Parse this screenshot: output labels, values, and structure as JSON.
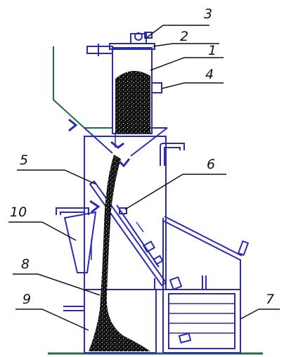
{
  "labels": [
    {
      "id": "1",
      "text": "1"
    },
    {
      "id": "2",
      "text": "2"
    },
    {
      "id": "3",
      "text": "3"
    },
    {
      "id": "4",
      "text": "4"
    },
    {
      "id": "5",
      "text": "5"
    },
    {
      "id": "6",
      "text": "6"
    },
    {
      "id": "7",
      "text": "7"
    },
    {
      "id": "8",
      "text": "8"
    },
    {
      "id": "9",
      "text": "9"
    },
    {
      "id": "10",
      "text": "10"
    }
  ],
  "colors": {
    "outline": "#2b2bb5",
    "ground": "#1f6e4a",
    "leader": "#111111",
    "material": "#111111",
    "background": "#ffffff"
  }
}
